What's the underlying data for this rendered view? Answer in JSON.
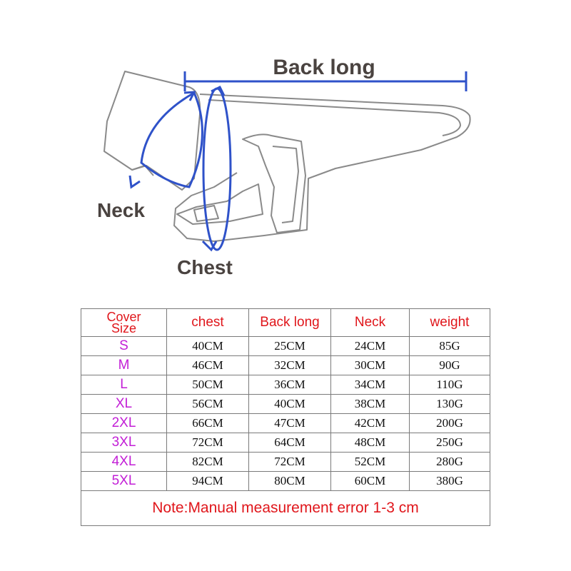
{
  "diagram": {
    "labels": {
      "back_long": "Back long",
      "neck": "Neck",
      "chest": "Chest"
    },
    "colors": {
      "measure_line": "#2f52c9",
      "outline": "#8a8a8a",
      "label_text": "#4a4340"
    }
  },
  "table": {
    "headers": {
      "size_line1": "Cover",
      "size_line2": "Size",
      "chest": "chest",
      "back_long": "Back long",
      "neck": "Neck",
      "weight": "weight"
    },
    "rows": [
      {
        "size": "S",
        "chest": "40CM",
        "back": "25CM",
        "neck": "24CM",
        "weight": "85G"
      },
      {
        "size": "M",
        "chest": "46CM",
        "back": "32CM",
        "neck": "30CM",
        "weight": "90G"
      },
      {
        "size": "L",
        "chest": "50CM",
        "back": "36CM",
        "neck": "34CM",
        "weight": "110G"
      },
      {
        "size": "XL",
        "chest": "56CM",
        "back": "40CM",
        "neck": "38CM",
        "weight": "130G"
      },
      {
        "size": "2XL",
        "chest": "66CM",
        "back": "47CM",
        "neck": "42CM",
        "weight": "200G"
      },
      {
        "size": "3XL",
        "chest": "72CM",
        "back": "64CM",
        "neck": "48CM",
        "weight": "250G"
      },
      {
        "size": "4XL",
        "chest": "82CM",
        "back": "72CM",
        "neck": "52CM",
        "weight": "280G"
      },
      {
        "size": "5XL",
        "chest": "94CM",
        "back": "80CM",
        "neck": "60CM",
        "weight": "380G"
      }
    ],
    "note": "Note:Manual measurement error 1-3 cm",
    "colors": {
      "header_text": "#e0161b",
      "size_text": "#c21ed6",
      "note_text": "#e0161b"
    }
  }
}
